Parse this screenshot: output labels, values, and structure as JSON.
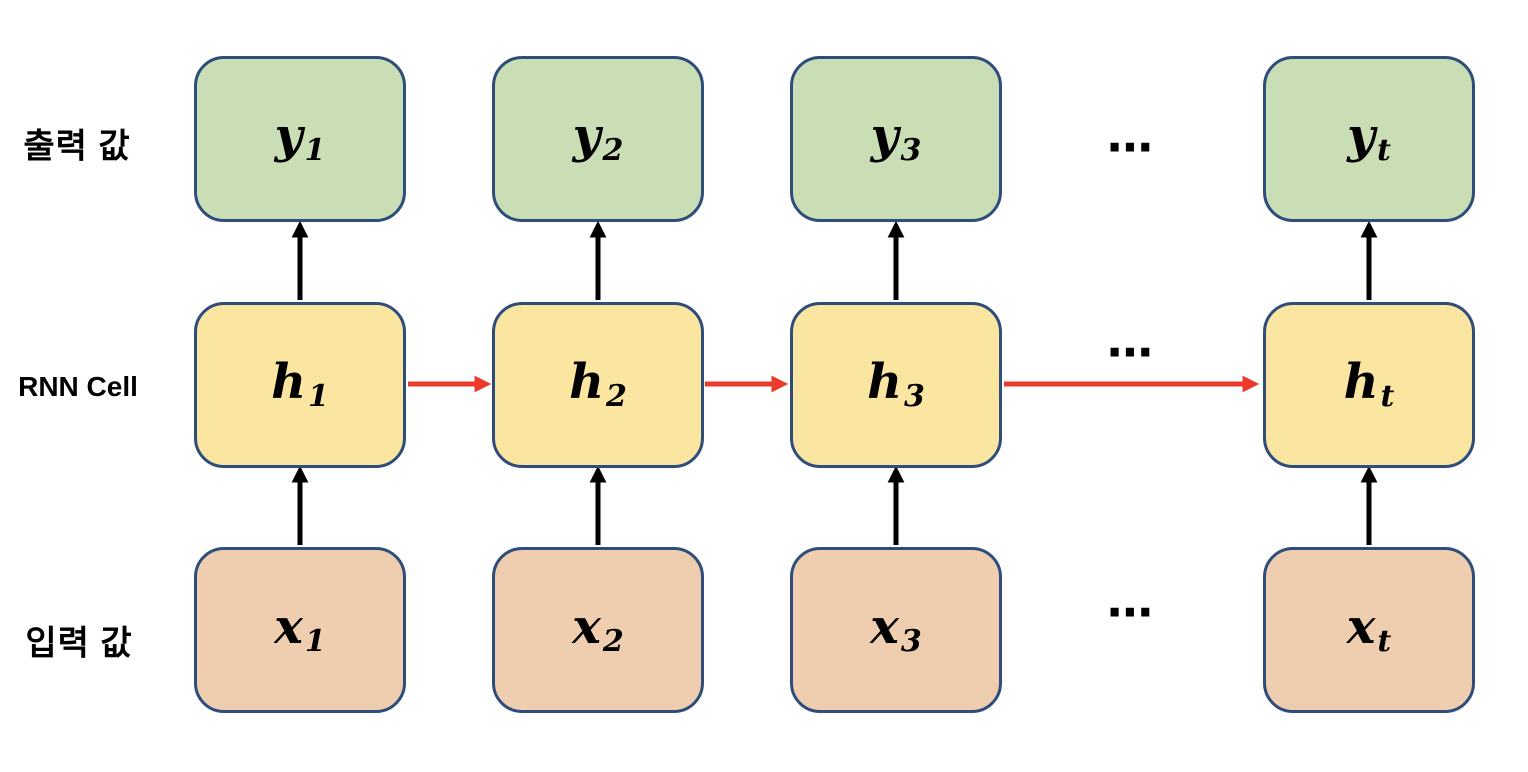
{
  "diagram": {
    "title_semantic": "RNN unrolled over time",
    "labels": {
      "output_row": "출력 값",
      "rnn_row": "RNN Cell",
      "input_row": "입력 값"
    },
    "ellipsis": "⋯",
    "nodes": {
      "outputs": [
        {
          "base": "y",
          "sub": "1"
        },
        {
          "base": "y",
          "sub": "2"
        },
        {
          "base": "y",
          "sub": "3"
        },
        {
          "base": "y",
          "sub": "t"
        }
      ],
      "hidden": [
        {
          "base": "h",
          "sub": "1"
        },
        {
          "base": "h",
          "sub": "2"
        },
        {
          "base": "h",
          "sub": "3"
        },
        {
          "base": "h",
          "sub": "t"
        }
      ],
      "inputs": [
        {
          "base": "x",
          "sub": "1"
        },
        {
          "base": "x",
          "sub": "2"
        },
        {
          "base": "x",
          "sub": "3"
        },
        {
          "base": "x",
          "sub": "t"
        }
      ]
    },
    "colors": {
      "output_fill": "#cadeb6",
      "hidden_fill": "#fae6a0",
      "input_fill": "#eeceae",
      "box_border": "#2e4d7b",
      "black_arrow": "#000000",
      "red_arrow": "#ee3a2c",
      "background": "#ffffff"
    }
  }
}
